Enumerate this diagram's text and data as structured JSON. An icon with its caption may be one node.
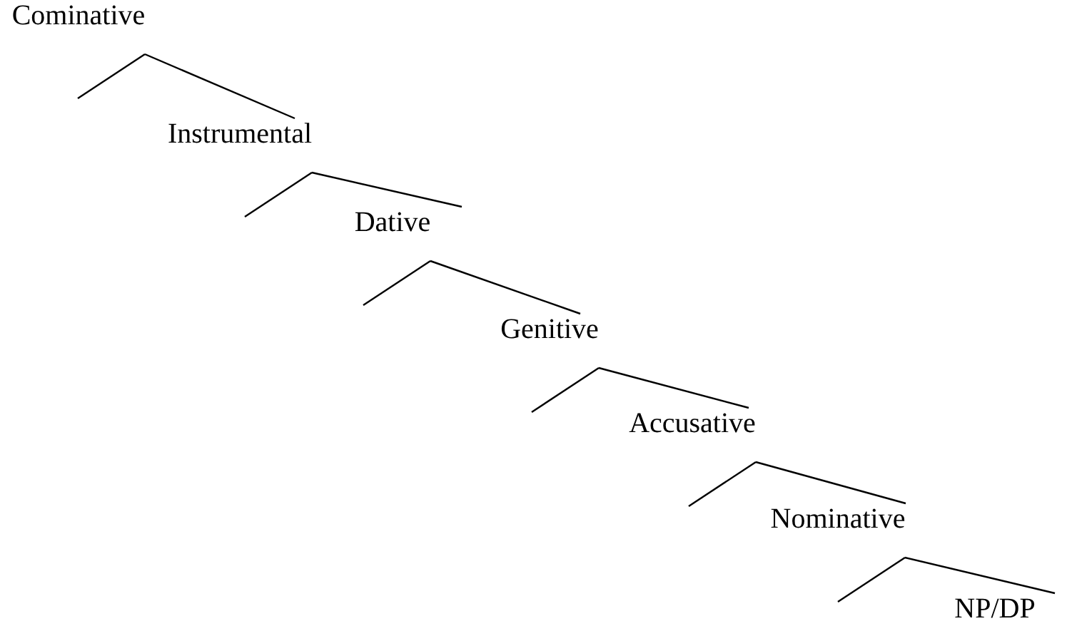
{
  "diagram": {
    "nodes": [
      {
        "text": [
          "Cominative"
        ]
      },
      {
        "text": [
          "Instrumental"
        ]
      },
      {
        "text": [
          "Dative"
        ]
      },
      {
        "text": [
          "Genitive"
        ]
      },
      {
        "text": [
          "Accusative"
        ]
      },
      {
        "text": [
          "Nominative"
        ]
      },
      {
        "text": [
          "NP/DP"
        ]
      }
    ],
    "edges": [
      {
        "from": 0,
        "to": null,
        "arrow": "none"
      },
      {
        "from": 0,
        "to": 1,
        "arrow": "none"
      },
      {
        "from": 1,
        "to": null,
        "arrow": "none"
      },
      {
        "from": 1,
        "to": 2,
        "arrow": "none"
      },
      {
        "from": 2,
        "to": null,
        "arrow": "none"
      },
      {
        "from": 2,
        "to": 3,
        "arrow": "none"
      },
      {
        "from": 3,
        "to": null,
        "arrow": "none"
      },
      {
        "from": 3,
        "to": 4,
        "arrow": "none"
      },
      {
        "from": 4,
        "to": null,
        "arrow": "none"
      },
      {
        "from": 4,
        "to": 5,
        "arrow": "none"
      },
      {
        "from": 5,
        "to": null,
        "arrow": "none"
      },
      {
        "from": 5,
        "to": 6,
        "arrow": "none"
      }
    ]
  }
}
